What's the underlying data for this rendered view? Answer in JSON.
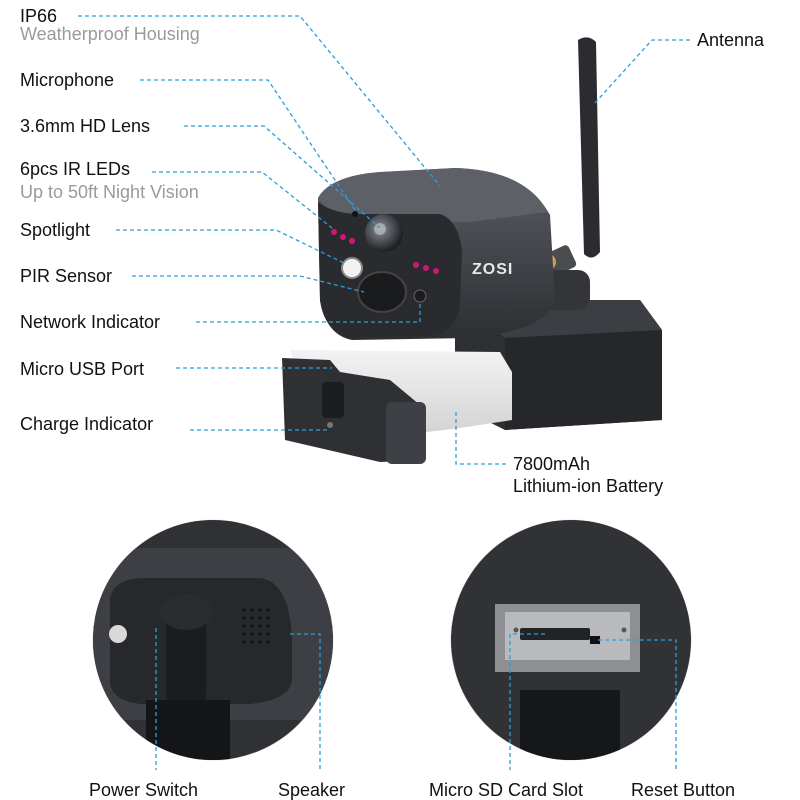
{
  "brand": "ZOSI",
  "labels": {
    "ip66": "IP66",
    "ip66_sub": "Weatherproof Housing",
    "microphone": "Microphone",
    "lens": "3.6mm HD Lens",
    "ir_leds": "6pcs IR LEDs",
    "ir_leds_sub": "Up to 50ft Night Vision",
    "spotlight": "Spotlight",
    "pir": "PIR Sensor",
    "network": "Network Indicator",
    "usb": "Micro USB Port",
    "charge": "Charge Indicator",
    "antenna": "Antenna",
    "battery_line1": "7800mAh",
    "battery_line2": "Lithium-ion Battery",
    "power_switch": "Power Switch",
    "speaker": "Speaker",
    "sd_slot": "Micro SD Card Slot",
    "reset": "Reset Button"
  },
  "colors": {
    "leader": "#2a9fd8",
    "body": "#3b3d42",
    "ir_led": "#d0167a",
    "label_text": "#111111",
    "sub_text": "#9a9a9a"
  }
}
